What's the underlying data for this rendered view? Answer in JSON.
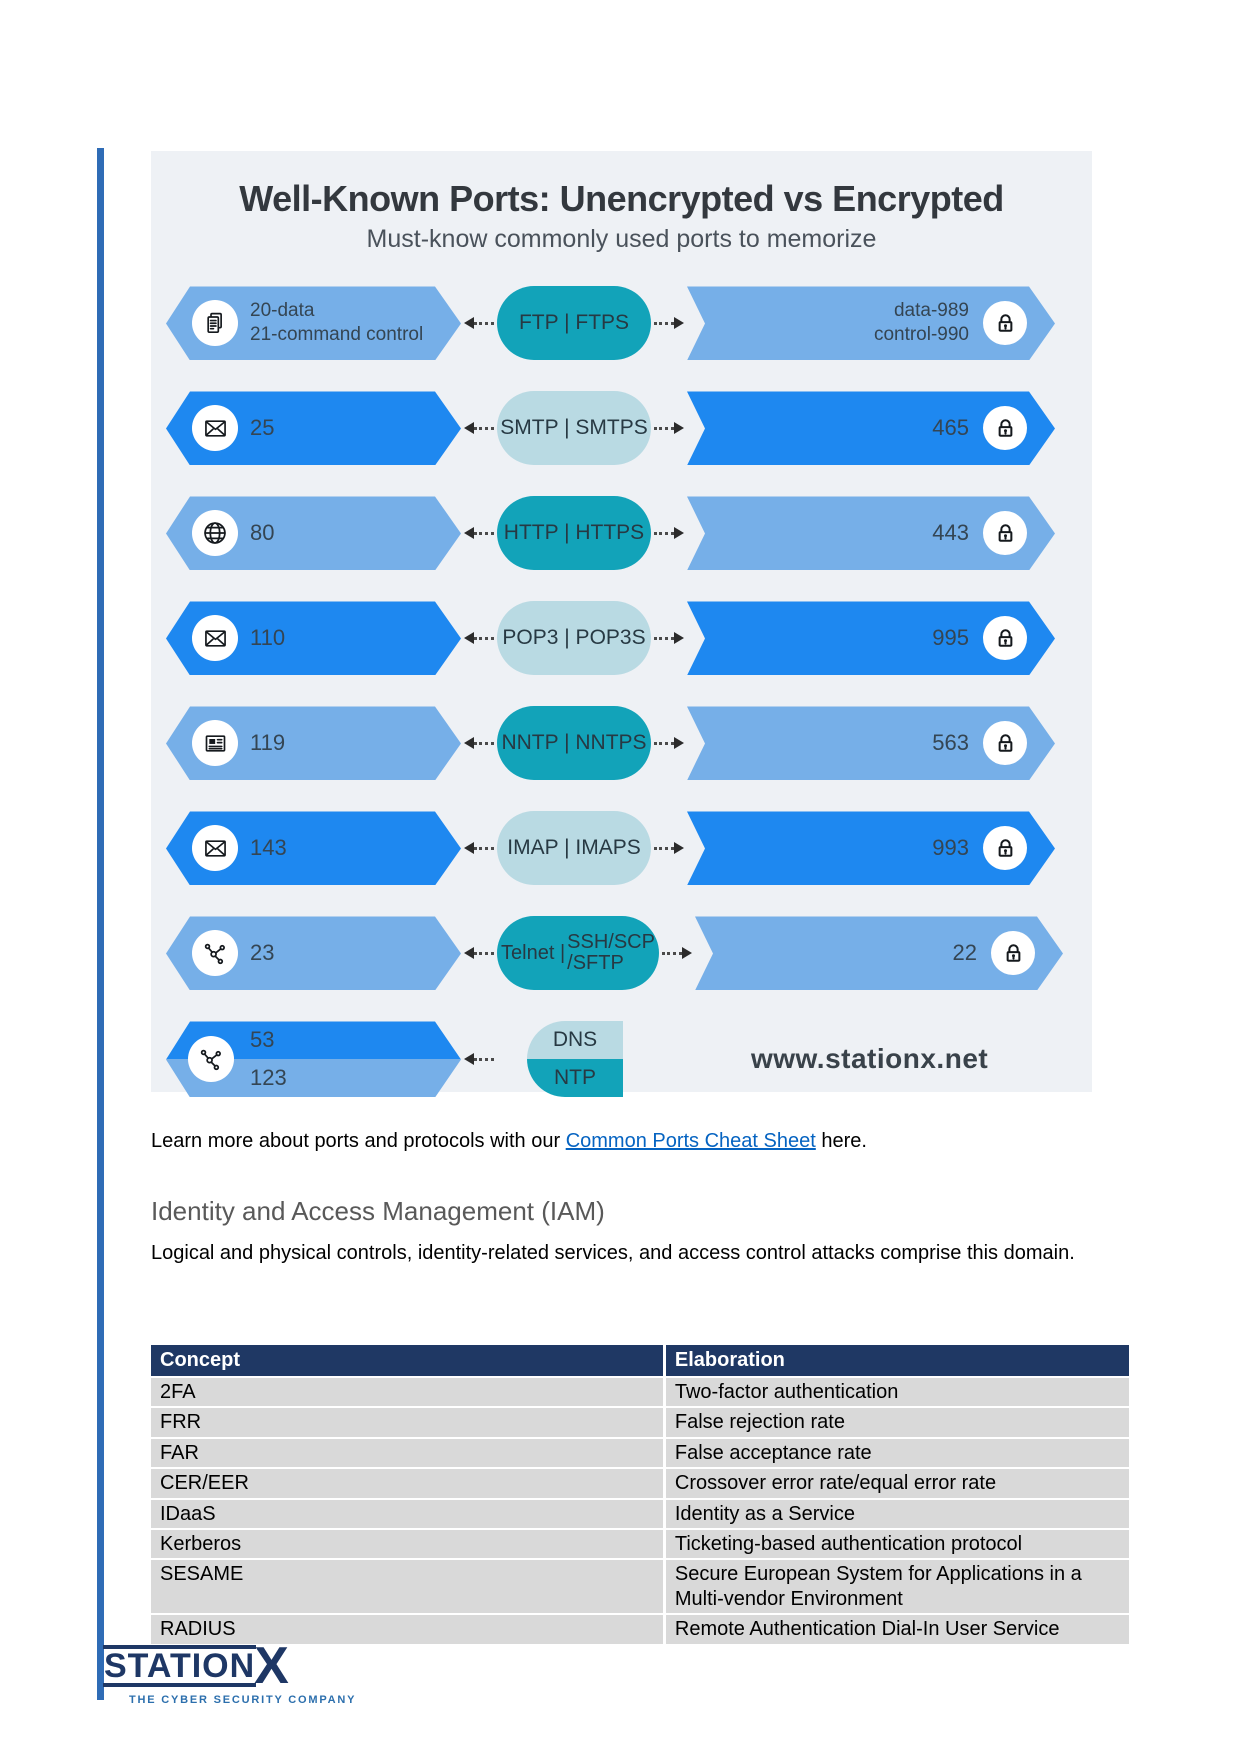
{
  "infographic": {
    "title": "Well-Known Ports: Unencrypted vs Encrypted",
    "subtitle": "Must-know commonly used ports to memorize",
    "website": "www.stationx.net",
    "rows": [
      {
        "icon": "document-icon",
        "left_lines": [
          "20-data",
          "21-command control"
        ],
        "protocol": {
          "label": "FTP | FTPS"
        },
        "right_lines": [
          "data-989",
          "control-990"
        ],
        "right_icon": "lock-icon",
        "shade": "light",
        "pill_shade": "teal"
      },
      {
        "icon": "mail-icon",
        "left_lines": [
          "25"
        ],
        "protocol": {
          "label": "SMTP | SMTPS"
        },
        "right_lines": [
          "465"
        ],
        "right_icon": "lock-icon",
        "shade": "bright",
        "pill_shade": "pale"
      },
      {
        "icon": "globe-icon",
        "left_lines": [
          "80"
        ],
        "protocol": {
          "label": "HTTP | HTTPS"
        },
        "right_lines": [
          "443"
        ],
        "right_icon": "lock-icon",
        "shade": "light",
        "pill_shade": "teal"
      },
      {
        "icon": "mail-icon",
        "left_lines": [
          "110"
        ],
        "protocol": {
          "label": "POP3 | POP3S"
        },
        "right_lines": [
          "995"
        ],
        "right_icon": "lock-icon",
        "shade": "bright",
        "pill_shade": "pale"
      },
      {
        "icon": "news-icon",
        "left_lines": [
          "119"
        ],
        "protocol": {
          "label": "NNTP | NNTPS"
        },
        "right_lines": [
          "563"
        ],
        "right_icon": "lock-icon",
        "shade": "light",
        "pill_shade": "teal"
      },
      {
        "icon": "mail-icon",
        "left_lines": [
          "143"
        ],
        "protocol": {
          "label": "IMAP | IMAPS"
        },
        "right_lines": [
          "993"
        ],
        "right_icon": "lock-icon",
        "shade": "bright",
        "pill_shade": "pale"
      },
      {
        "icon": "network-icon",
        "left_lines": [
          "23"
        ],
        "protocol": {
          "prefix": "Telnet |",
          "stack": [
            "SSH/SCP",
            "/SFTP"
          ]
        },
        "right_lines": [
          "22"
        ],
        "right_icon": "lock-icon",
        "shade": "light",
        "pill_shade": "teal"
      },
      {
        "type": "split",
        "icon": "network-icon",
        "left_split": [
          {
            "label": "53",
            "shade": "bright"
          },
          {
            "label": "123",
            "shade": "light"
          }
        ],
        "pills": [
          {
            "label": "DNS",
            "shade": "pale"
          },
          {
            "label": "NTP",
            "shade": "teal"
          }
        ]
      }
    ]
  },
  "learn": {
    "prefix": "Learn more about ports and protocols with our ",
    "link": "Common Ports Cheat Sheet",
    "suffix": " here."
  },
  "section": {
    "heading": "Identity and Access Management (IAM)",
    "body": "Logical and physical controls, identity-related services, and access control attacks comprise this domain."
  },
  "table": {
    "headers": [
      "Concept",
      "Elaboration"
    ],
    "rows": [
      [
        "2FA",
        "Two-factor authentication"
      ],
      [
        "FRR",
        "False rejection rate"
      ],
      [
        "FAR",
        "False acceptance rate"
      ],
      [
        "CER/EER",
        "Crossover error rate/equal error rate"
      ],
      [
        "IDaaS",
        "Identity as a Service"
      ],
      [
        "Kerberos",
        "Ticketing-based authentication protocol"
      ],
      [
        "SESAME",
        "Secure European System for Applications in a Multi-vendor Environment"
      ],
      [
        "RADIUS",
        "Remote Authentication Dial-In User Service"
      ]
    ]
  },
  "logo": {
    "brand": "STATION",
    "brand_x": "X",
    "tagline": "THE CYBER SECURITY COMPANY"
  },
  "colors": {
    "light_blue": "#76AFE8",
    "bright_blue": "#1E88F0",
    "teal": "#12A3B9",
    "pale_blue": "#B9DAE3",
    "panel_bg": "#EEF1F5",
    "table_header": "#1F3864",
    "table_row": "#D9D9D9",
    "link": "#0563C1",
    "brand_navy": "#1E3765",
    "brand_blue": "#2C6FAD",
    "side_bar": "#2F6CB6"
  }
}
